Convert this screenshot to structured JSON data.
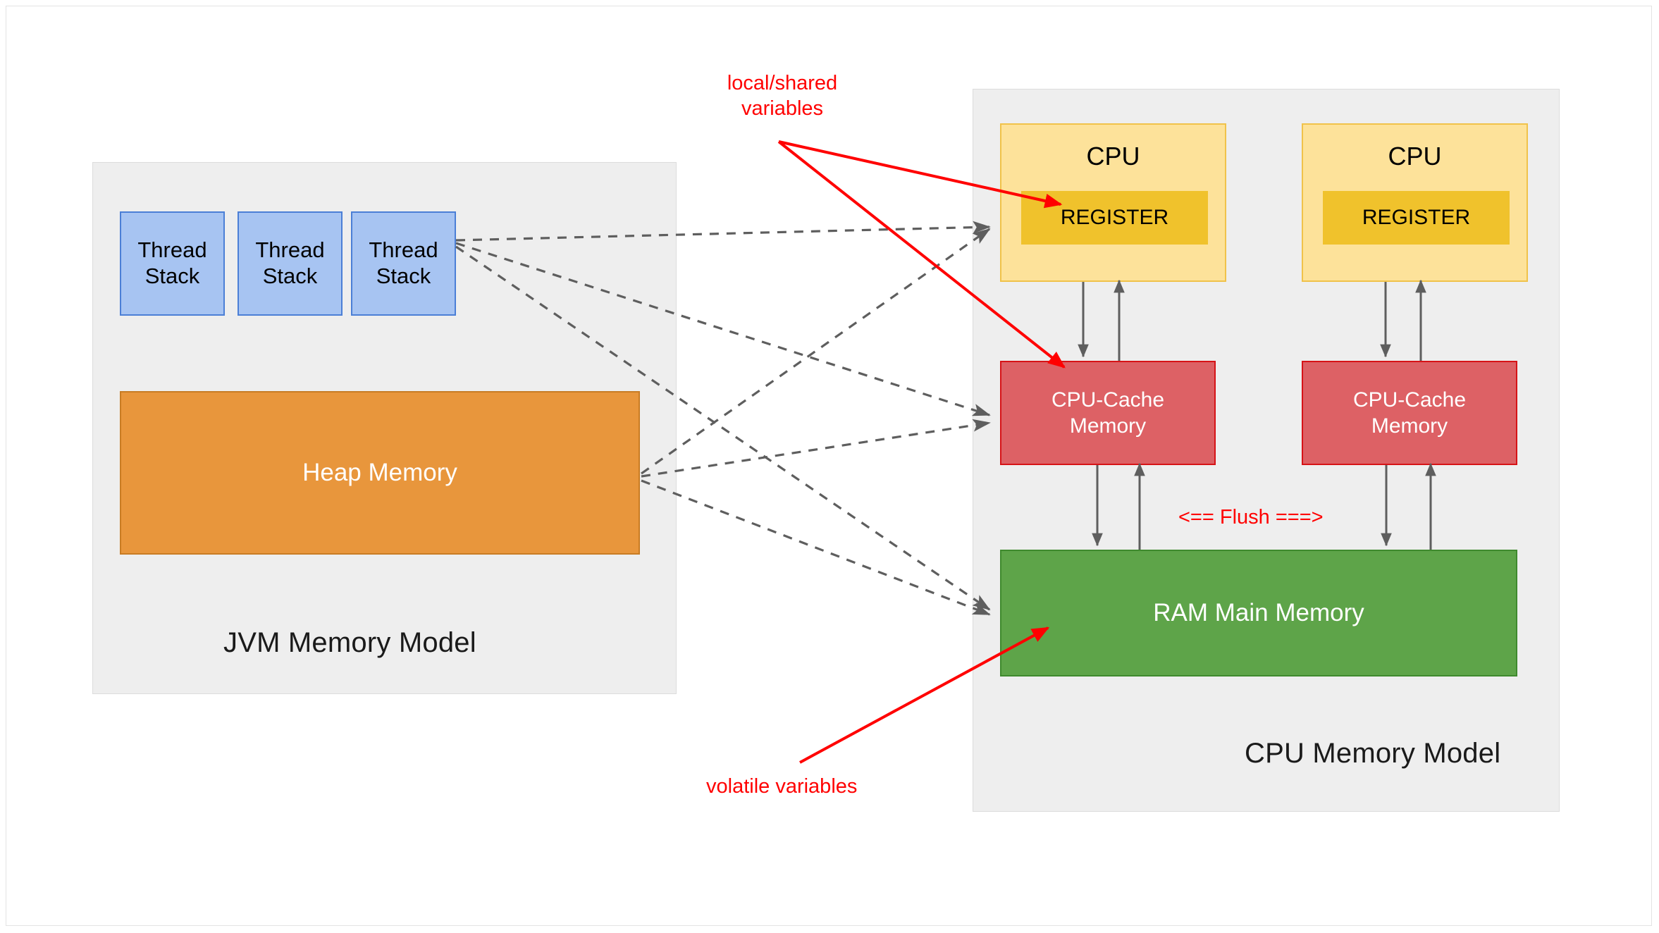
{
  "diagram": {
    "title_hidden": "",
    "panels": [
      {
        "id": "jvm",
        "title": "JVM Memory Model"
      },
      {
        "id": "cpu",
        "title": "CPU Memory Model"
      }
    ],
    "jvm": {
      "title": "JVM Memory Model",
      "thread_stacks": [
        {
          "label": "Thread\nStack",
          "line1": "Thread",
          "line2": "Stack"
        },
        {
          "label": "Thread\nStack",
          "line1": "Thread",
          "line2": "Stack"
        },
        {
          "label": "Thread\nStack",
          "line1": "Thread",
          "line2": "Stack"
        }
      ],
      "heap": {
        "label": "Heap Memory"
      }
    },
    "cpu": {
      "title": "CPU Memory Model",
      "cores": [
        {
          "cpu_label": "CPU",
          "register_label": "REGISTER",
          "cache_line1": "CPU-Cache",
          "cache_line2": "Memory"
        },
        {
          "cpu_label": "CPU",
          "register_label": "REGISTER",
          "cache_line1": "CPU-Cache",
          "cache_line2": "Memory"
        }
      ],
      "ram": {
        "label": "RAM Main Memory"
      }
    },
    "annotations": {
      "local_shared": "local/shared variables",
      "local_shared_line1": "local/shared",
      "local_shared_line2": "variables",
      "volatile": "volatile variables",
      "flush": "<== Flush ===>"
    },
    "colors": {
      "panel_bg": "#eeeeee",
      "panel_border": "#dcdcdc",
      "thread_stack_fill": "#a7c4f2",
      "thread_stack_border": "#4b7fd6",
      "heap_fill": "#e8963c",
      "heap_border": "#c87c24",
      "cpu_fill": "#fde29a",
      "cpu_border": "#f0c24a",
      "register_fill": "#f0c22c",
      "cache_fill": "#dd6165",
      "cache_border": "#d61317",
      "ram_fill": "#5ea449",
      "ram_border": "#3f8a2e",
      "annotation_red": "#ff0000",
      "connector_gray": "#666666",
      "page_bg": "#ffffff"
    }
  }
}
